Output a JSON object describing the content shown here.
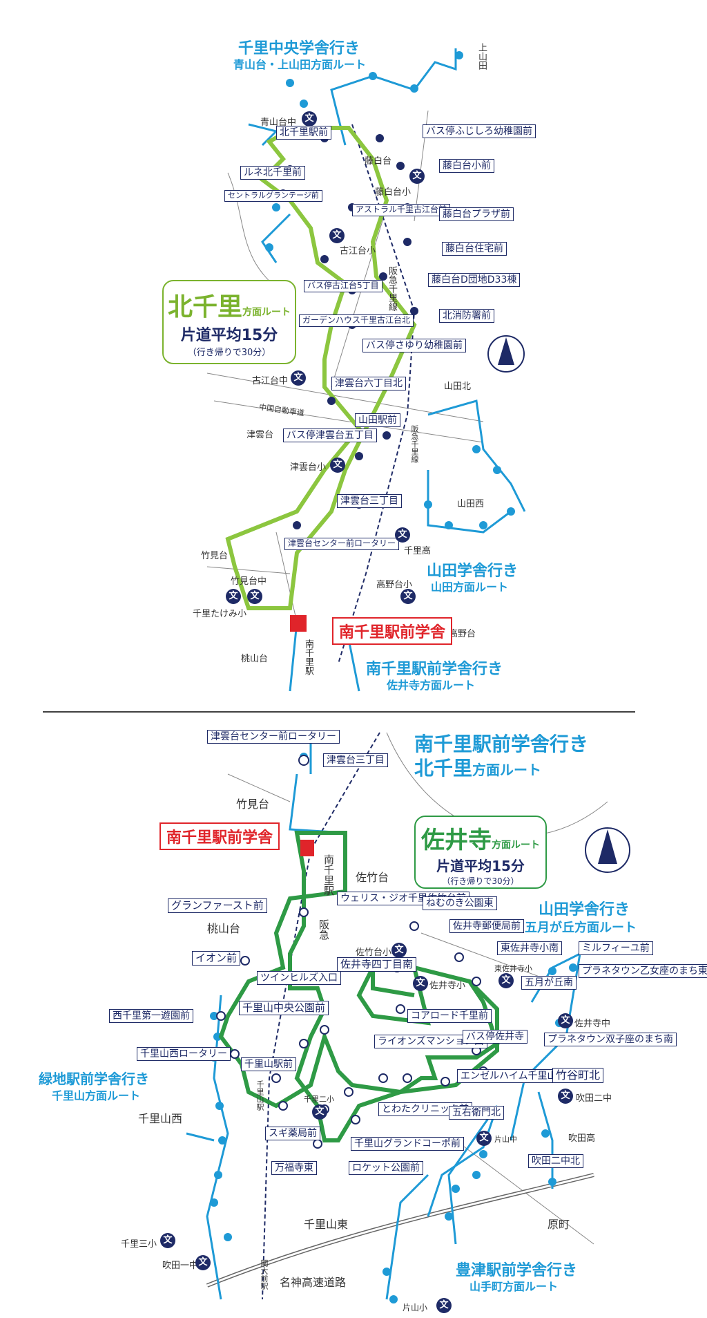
{
  "colors": {
    "green_route": "#8cc63f",
    "dark_green_route": "#2e9a45",
    "blue_route": "#1e9ad6",
    "navy": "#1e2a66",
    "red": "#e0242a"
  },
  "top": {
    "title1": "千里中央学舎行き",
    "sub1": "青山台・上山田方面ルート",
    "title2": "山田学舎行き",
    "sub2": "山田方面ルート",
    "title3": "南千里駅前学舎行き",
    "sub3": "佐井寺方面ルート",
    "route_big": "北千里",
    "route_small": "方面ルート",
    "route_time": "片道平均15分",
    "route_note": "（行き帰りで30分）",
    "origin": "南千里駅前学舎",
    "stops": [
      "北千里駅前",
      "バス停ふじしろ幼稚園前",
      "ルネ北千里前",
      "藤白台小前",
      "セントラルグランテージ前",
      "アストラル千里古江台前",
      "藤白台プラザ前",
      "藤白台住宅前",
      "バス停古江台5丁目",
      "藤白台D団地D33棟",
      "ガーデンハウス千里古江台北",
      "北消防署前",
      "バス停さゆり幼稚園前",
      "津雲台六丁目北",
      "山田駅前",
      "バス停津雲台五丁目",
      "津雲台三丁目",
      "津雲台センター前ロータリー"
    ],
    "places": [
      "上山田",
      "青山台中",
      "藤白台",
      "藤白台小",
      "古江台小",
      "古江台中",
      "山田北",
      "中国自動車道",
      "津雲台",
      "津雲台小",
      "山田西",
      "千里高",
      "竹見台",
      "竹見台中",
      "高野台小",
      "千里たけみ小",
      "高野台",
      "桃山台",
      "南千里駅",
      "阪急千里線",
      "阪急千里線"
    ]
  },
  "bottom": {
    "title1": "南千里駅前学舎行き",
    "sub1_big": "北千里",
    "sub1_small": "方面ルート",
    "title2": "山田学舎行き",
    "sub2": "五月が丘方面ルート",
    "title3": "緑地駅前学舎行き",
    "sub3": "千里山方面ルート",
    "title4": "豊津駅前学舎行き",
    "sub4": "山手町方面ルート",
    "route_big": "佐井寺",
    "route_small": "方面ルート",
    "route_time": "片道平均15分",
    "route_note": "（行き帰りで30分）",
    "origin": "南千里駅前学舎",
    "stops": [
      "津雲台センター前ロータリー",
      "津雲台三丁目",
      "グランファースト前",
      "ウェリス・ジオ千里佐竹台前",
      "ねむのき公園東",
      "佐井寺郵便局前",
      "イオン前",
      "東佐井寺小南",
      "ミルフィーユ前",
      "佐井寺四丁目南",
      "ツインヒルズ入口",
      "五月が丘南",
      "プラネタウン乙女座のまち東",
      "西千里第一遊園前",
      "千里山中央公園前",
      "コアロード千里前",
      "千里山西ロータリー",
      "ライオンズマンション西",
      "バス停佐井寺",
      "プラネタウン双子座のまち南",
      "千里山駅前",
      "竹谷町北",
      "エンゼルハイム千里山前",
      "五右衛門北",
      "とわたクリニック前",
      "スギ薬局前",
      "千里山グランドコーポ前",
      "吹田二中北",
      "万福寺東",
      "ロケット公園前"
    ],
    "places": [
      "竹見台",
      "桃山台",
      "佐竹台",
      "南千里駅",
      "阪急",
      "佐竹台小",
      "佐井寺小",
      "東佐井寺小",
      "佐井寺中",
      "吹田二中",
      "千里二小",
      "片山中",
      "吹田高",
      "千里山西",
      "千里山駅",
      "千里山東",
      "原町",
      "千里三小",
      "吹田一中",
      "名神高速道路",
      "関大前駅",
      "片山小"
    ]
  }
}
